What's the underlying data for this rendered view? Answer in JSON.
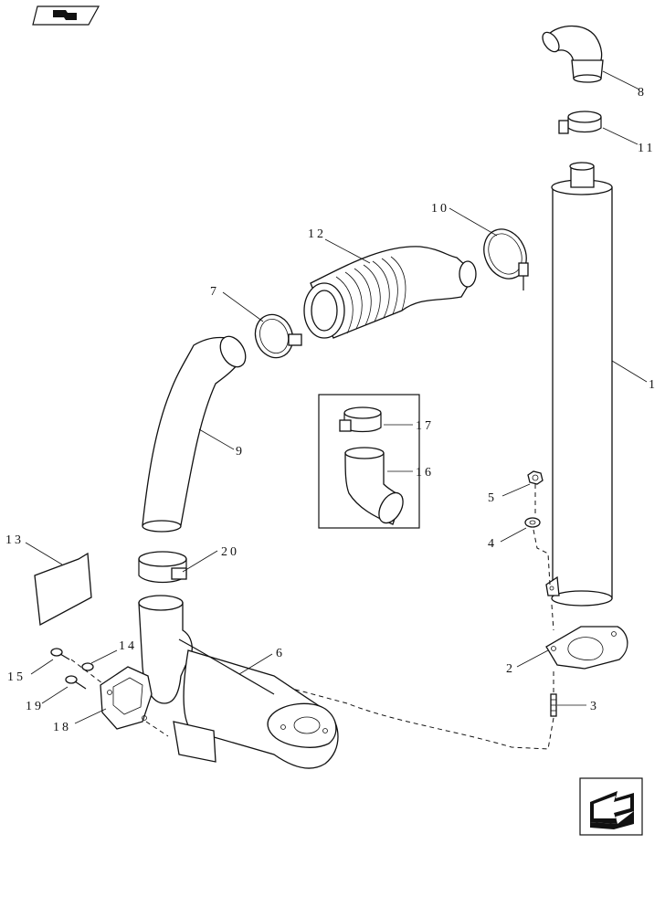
{
  "callouts": {
    "c1": "1",
    "c2": "2",
    "c3": "3",
    "c4": "4",
    "c5": "5",
    "c6": "6",
    "c7": "7",
    "c8": "8",
    "c9": "9",
    "c10": "10",
    "c11": "11",
    "c12": "12",
    "c13": "13",
    "c14": "14",
    "c15": "15",
    "c16": "16",
    "c17": "17",
    "c18": "18",
    "c19": "19",
    "c20": "20"
  },
  "icons": {
    "top_left": "view-nav-icon",
    "bottom_right": "next-page-arrow-icon"
  },
  "colors": {
    "ink": "#111111",
    "paper": "#ffffff"
  }
}
